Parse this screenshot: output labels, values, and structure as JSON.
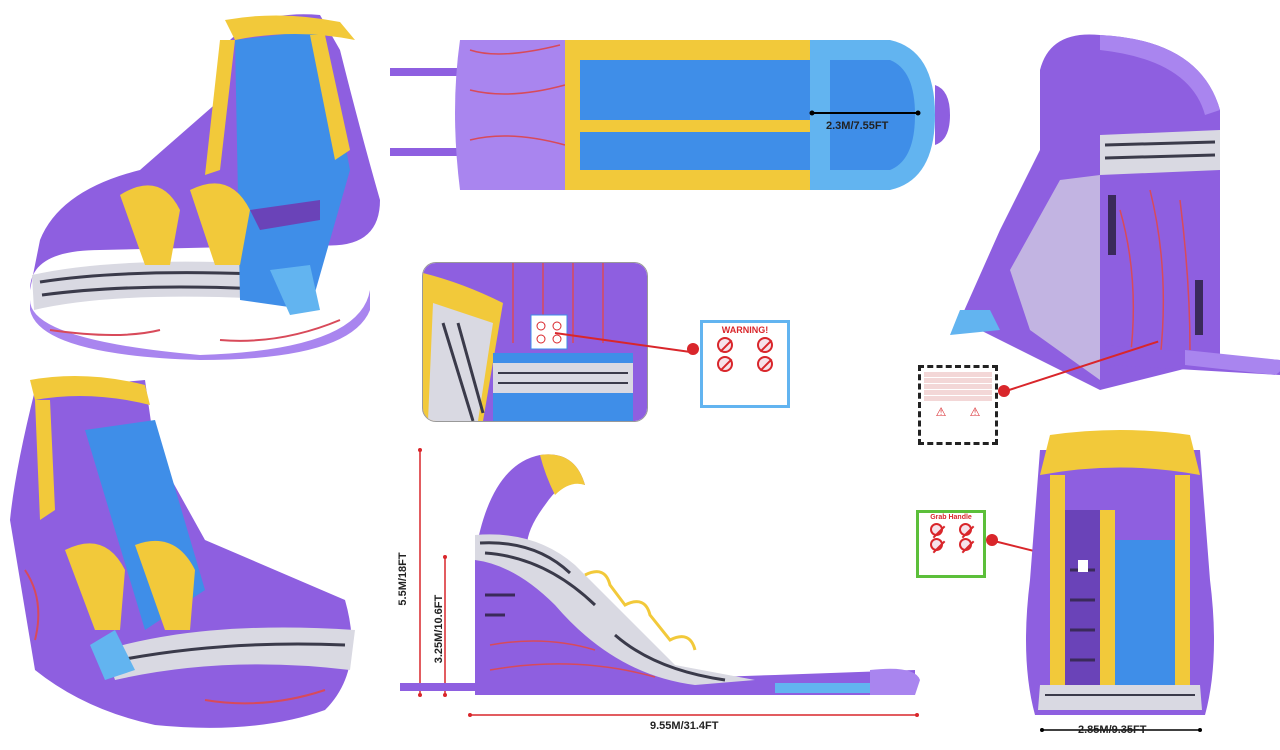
{
  "colors": {
    "purple": "#8e5fe0",
    "purple_light": "#a985ef",
    "purple_dark": "#6a43b8",
    "stripe_red": "#d84a5a",
    "yellow": "#f2c93a",
    "yellow_dark": "#d79c1c",
    "blue": "#3f8ee8",
    "blue_light": "#62b4f0",
    "marble": "#d9d9e2",
    "marble_dark": "#3a3a4a",
    "callout": "#d9262b",
    "dim_line": "#d9262b"
  },
  "dimensions": {
    "width_top": "2.3M/7.55FT",
    "height_total": "5.5M/18FT",
    "height_platform": "3.25M/10.6FT",
    "length": "9.55M/31.4FT",
    "width_front": "2.85M/9.35FT"
  },
  "warning_card": {
    "title": "WARNING!",
    "icons": [
      "slide-feet-first-icon",
      "no-pushing-icon",
      "no-flip-icon",
      "no-glasses-icon"
    ]
  },
  "blower_card": {
    "icons": [
      "warning-triangle-icon",
      "electric-hazard-icon"
    ]
  },
  "grab_card": {
    "title": "Grab Handle",
    "icons": [
      "hold-handle-icon",
      "no-jumping-icon",
      "no-pushing-icon",
      "no-flip-icon"
    ]
  }
}
